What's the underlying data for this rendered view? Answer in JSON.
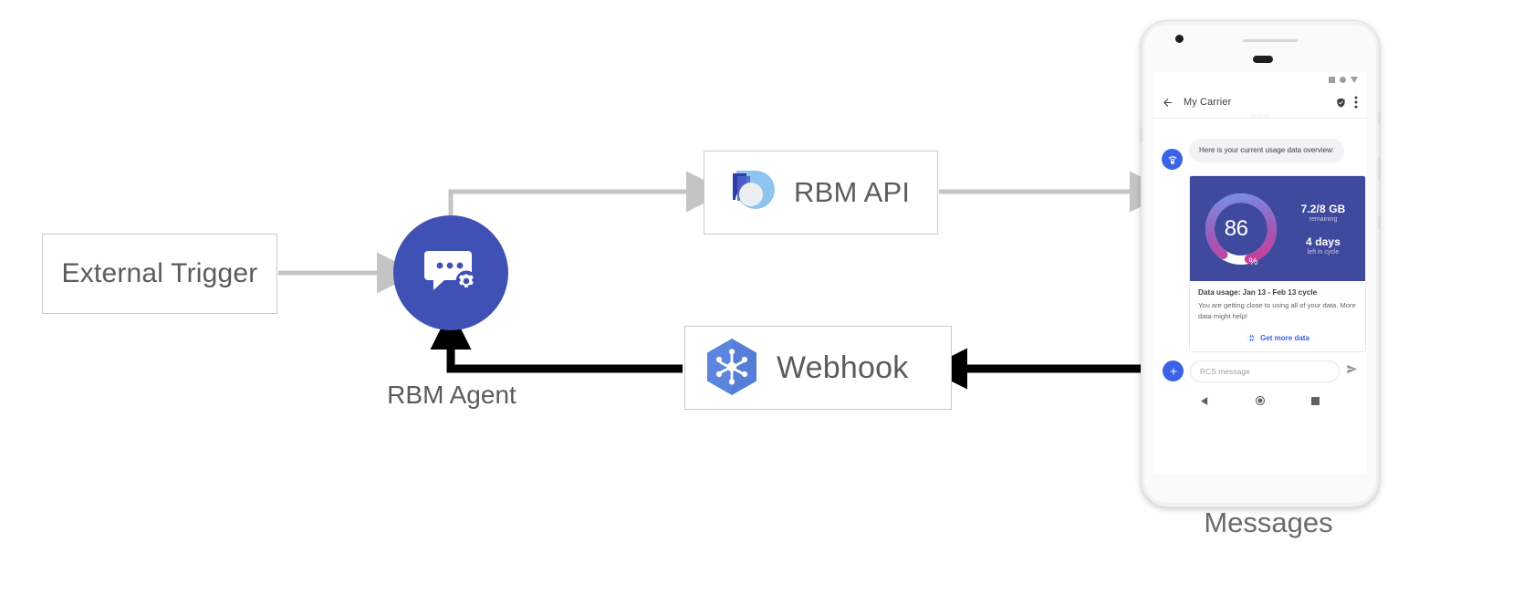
{
  "diagram": {
    "nodes": {
      "external_trigger": {
        "label": "External Trigger"
      },
      "rbm_agent": {
        "label": "RBM Agent",
        "icon": "chat-bubble-gear-icon"
      },
      "rbm_api": {
        "label": "RBM API",
        "icon": "rbm-api-logo-icon"
      },
      "webhook": {
        "label": "Webhook",
        "icon": "cloud-nodes-hexagon-icon"
      },
      "messages": {
        "label": "Messages"
      }
    },
    "colors": {
      "agent_blue": "#4051b5",
      "arrow_grey": "#c4c4c4",
      "arrow_black": "#000000",
      "box_border": "#c9c9c9",
      "label_grey": "#5b5b5b"
    }
  },
  "phone": {
    "status_bar": {
      "icons": [
        "signal-square-icon",
        "circle-icon",
        "triangle-down-icon"
      ]
    },
    "app_bar": {
      "back_icon": "back-arrow-icon",
      "title": "My Carrier",
      "verified_icon": "verified-shield-icon",
      "overflow_icon": "overflow-menu-icon",
      "timestamp": "12:30 PM"
    },
    "conversation": {
      "agent_avatar_icon": "wifi-router-icon",
      "bubble_text": "Here is your current usage data overview:",
      "card": {
        "gauge": {
          "value": "86",
          "unit": "%",
          "percent": 86,
          "track_colors": [
            "#6f9ae8",
            "#9a5fc0",
            "#d6338c"
          ],
          "empty_color": "#ffffff"
        },
        "hero_background": "#3f4a9e",
        "stats": [
          {
            "primary": "7.2/8 GB",
            "secondary": "remaining"
          },
          {
            "primary": "4 days",
            "secondary": "left in cycle"
          }
        ],
        "title": "Data usage: Jan 13 - Feb 13 cycle",
        "description": "You are getting close to using all of your data. More data might help!",
        "action": {
          "icon": "globe-icon",
          "label": "Get more data",
          "color": "#3a63e8"
        }
      }
    },
    "composer": {
      "plus_icon": "plus-icon",
      "placeholder": "RCS message",
      "send_icon": "send-icon"
    },
    "nav_bar": {
      "back_icon": "nav-back-triangle-icon",
      "home_icon": "nav-home-circle-icon",
      "recents_icon": "nav-recents-square-icon"
    }
  }
}
